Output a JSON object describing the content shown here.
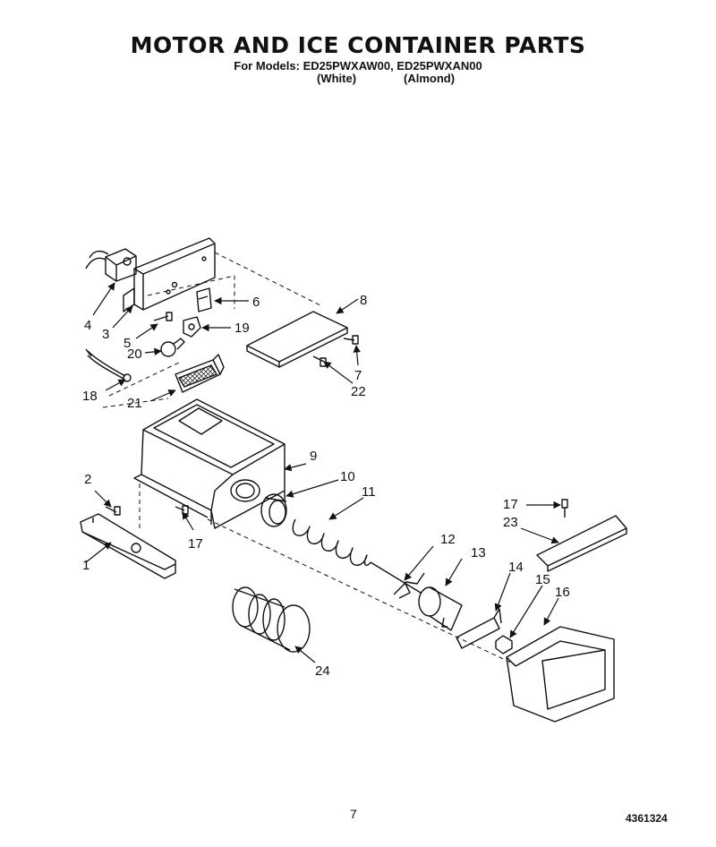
{
  "header": {
    "title": "MOTOR AND ICE CONTAINER PARTS",
    "models": "For Models: ED25PWXAW00, ED25PWXAN00",
    "variant_white": "(White)",
    "variant_almond": "(Almond)"
  },
  "callouts": {
    "c1": "1",
    "c2": "2",
    "c3": "3",
    "c4": "4",
    "c5": "5",
    "c6": "6",
    "c7": "7",
    "c8": "8",
    "c9": "9",
    "c10": "10",
    "c11": "11",
    "c12": "12",
    "c13": "13",
    "c14": "14",
    "c15": "15",
    "c16": "16",
    "c17a": "17",
    "c17b": "17",
    "c18": "18",
    "c19": "19",
    "c20": "20",
    "c21": "21",
    "c22": "22",
    "c23": "23",
    "c24": "24"
  },
  "footer": {
    "page_number": "7",
    "document_number": "4361324"
  }
}
